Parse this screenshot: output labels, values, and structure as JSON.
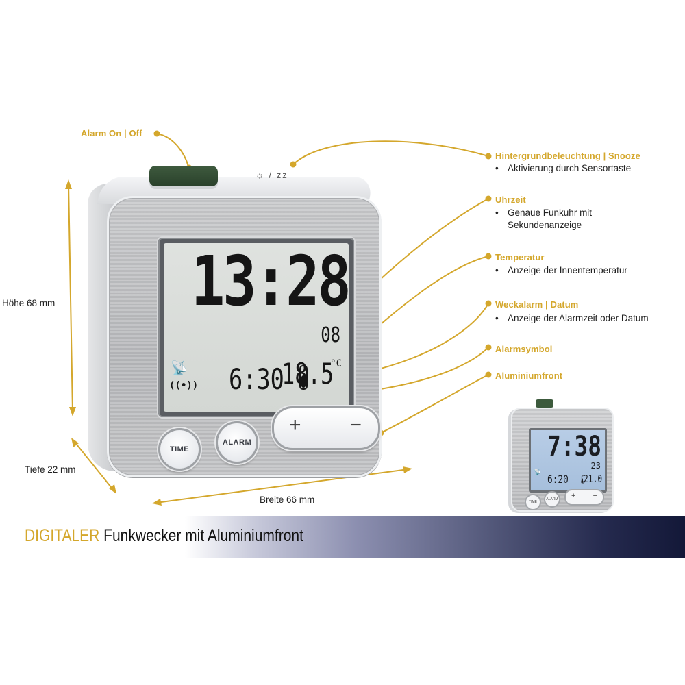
{
  "product_title": {
    "accent": "DIGITALER",
    "rest": "Funkwecker mit Aluminiumfront"
  },
  "callouts": {
    "alarm_switch": {
      "title": "Alarm On | Off"
    },
    "backlight": {
      "title": "Hintergrundbeleuchtung | Snooze",
      "bullets": [
        "Aktivierung durch Sensortaste"
      ]
    },
    "time": {
      "title": "Uhrzeit",
      "bullets": [
        "Genaue Funkuhr mit Sekundenanzeige"
      ]
    },
    "temperature": {
      "title": "Temperatur",
      "bullets": [
        "Anzeige der Innentemperatur"
      ]
    },
    "alarm_date": {
      "title": "Weckalarm | Datum",
      "bullets": [
        "Anzeige der Alarmzeit oder Datum"
      ]
    },
    "alarm_symbol": {
      "title": "Alarmsymbol"
    },
    "front": {
      "title": "Aluminiumfront"
    }
  },
  "dimensions": {
    "height": "Höhe 68 mm",
    "depth": "Tiefe 22 mm",
    "width": "Breite 66 mm"
  },
  "main_clock": {
    "time": "13:28",
    "seconds": "08",
    "alarm_time": "6:30",
    "temperature": "18.5",
    "temperature_unit": "°C",
    "top_icons": "☼ / zz",
    "buttons": {
      "time": "TIME",
      "alarm": "ALARM",
      "plus": "+",
      "minus": "−"
    }
  },
  "small_clock": {
    "time": "7:38",
    "seconds": "23",
    "alarm_time": "6:20",
    "temperature": "21.0",
    "buttons": {
      "time": "TIME",
      "alarm": "ALARM",
      "plus": "+",
      "minus": "−"
    }
  },
  "colors": {
    "accent_gold": "#d4a72c",
    "banner_dark": "#131838",
    "switch_green": "#2f4a30",
    "lcd_backlight_blue": "#b0c7e2"
  }
}
